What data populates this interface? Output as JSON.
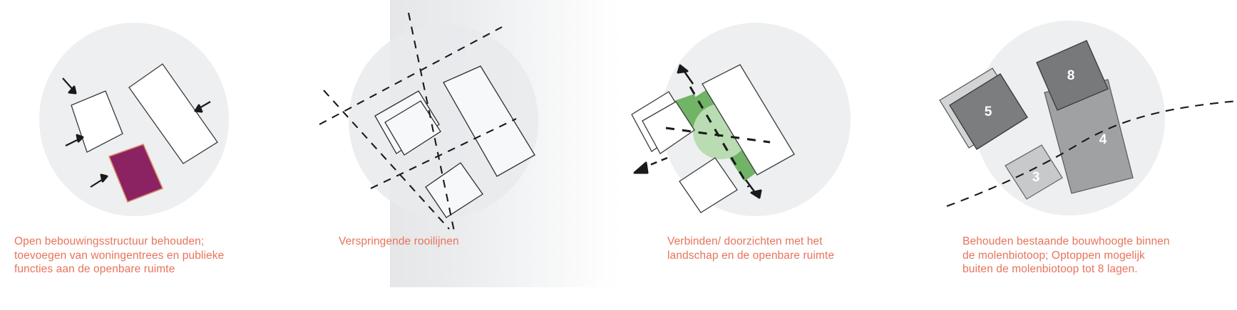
{
  "diagram": {
    "type": "architectural-concept-diagram",
    "language": "nl",
    "panel_count": 4,
    "caption_color": "#e8735a",
    "circle_background": "#eeeff1",
    "band_color": "#e7e8ea"
  },
  "panels": [
    {
      "id": "panel-1",
      "name": "open-bebouwingsstructuur",
      "caption": "Open bebouwingsstructuur behouden;\ntoevoegen van woningentrees en publieke\nfuncties aan de openbare ruimte",
      "caption_lines": [
        "Open bebouwingsstructuur behouden;",
        "toevoegen van woningentrees en publieke",
        "functies aan de openbare ruimte"
      ],
      "shapes": [
        {
          "name": "building-small-square",
          "fill": "#ffffff",
          "stroke": "#3a3a3a"
        },
        {
          "name": "building-large-block",
          "fill": "#ffffff",
          "stroke": "#3a3a3a"
        },
        {
          "name": "highlight-block-magenta",
          "fill": "#8b2262",
          "stroke": "#d98a6a"
        }
      ],
      "arrows": 3,
      "accent_color": "#8b2262"
    },
    {
      "id": "panel-2",
      "name": "verspringende-rooilijnen",
      "caption": "Verspringende rooilijnen",
      "caption_lines": [
        "Verspringende rooilijnen"
      ],
      "shapes": [
        {
          "name": "building-small-square",
          "fill": "#f7f8f9",
          "stroke": "#2f2f2f"
        },
        {
          "name": "building-large-block",
          "fill": "#f7f8f9",
          "stroke": "#2f2f2f"
        },
        {
          "name": "building-lower-square",
          "fill": "#f7f8f9",
          "stroke": "#2f2f2f"
        }
      ],
      "dashed_lines": 4,
      "accent_color": "#2f2f2f"
    },
    {
      "id": "panel-3",
      "name": "verbinden-doorzichten",
      "caption": "Verbinden/ doorzichten met het\nlandschap en de openbare ruimte",
      "caption_lines": [
        "Verbinden/ doorzichten met het",
        "landschap en de openbare ruimte"
      ],
      "shapes": [
        {
          "name": "building-small-square",
          "fill": "#ffffff",
          "stroke": "#3a3a3a"
        },
        {
          "name": "building-large-block",
          "fill": "#ffffff",
          "stroke": "#3a3a3a"
        },
        {
          "name": "building-lower-square",
          "fill": "#ffffff",
          "stroke": "#3a3a3a"
        },
        {
          "name": "green-corridor",
          "fill": "#72b465",
          "stroke": "none"
        },
        {
          "name": "green-node-circle",
          "fill": "#b9dcb2",
          "stroke": "none"
        }
      ],
      "arrows": 3,
      "accent_color": "#72b465"
    },
    {
      "id": "panel-4",
      "name": "bouwhoogte-molenbiotoop",
      "caption": "Behouden bestaande bouwhoogte binnen\nde molenbiotoop; Optoppen mogelijk\nbuiten de molenbiotoop tot 8 lagen.",
      "caption_lines": [
        "Behouden bestaande bouwhoogte binnen",
        "de molenbiotoop; Optoppen mogelijk",
        "buiten de molenbiotoop tot 8 lagen."
      ],
      "buildings": [
        {
          "label": "5",
          "name": "building-5",
          "storeys": 5,
          "fill": "#7b7d7e",
          "label_color": "#ffffff"
        },
        {
          "label": "8",
          "name": "building-8",
          "storeys": 8,
          "fill": "#78797a",
          "label_color": "#ffffff"
        },
        {
          "label": "4",
          "name": "building-4",
          "storeys": 4,
          "fill": "#9fa1a2",
          "label_color": "#ffffff"
        },
        {
          "label": "3",
          "name": "building-3",
          "storeys": 3,
          "fill": "#c7c9ca",
          "label_color": "#ffffff"
        }
      ],
      "dashed_lines": 1,
      "dashed_line_name": "molenbiotoop-boundary",
      "accent_color": "#7b7d7e"
    }
  ]
}
